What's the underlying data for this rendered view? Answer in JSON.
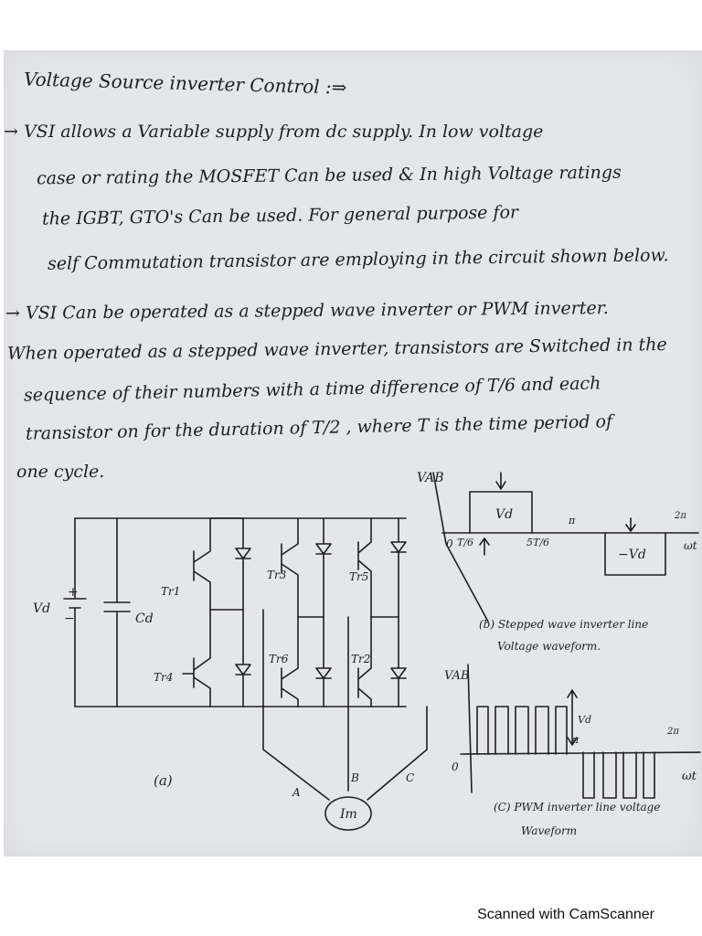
{
  "title": "Voltage Source inverter Control :⇒",
  "paragraphs": [
    "→ VSI allows a Variable supply from dc supply. In low voltage",
    "case or rating the MOSFET Can be used & In high Voltage ratings",
    "the IGBT, GTO's Can be used. For general purpose for",
    "self Commutation transistor are employing in the circuit shown below.",
    "→ VSI Can be operated as a stepped wave inverter or PWM inverter.",
    "When operated as a stepped wave inverter, transistors are Switched in the",
    "sequence of their numbers with a time difference of T/6 and each",
    "transistor on for the duration of T/2 , where T is the time period of",
    "one cycle."
  ],
  "circuit": {
    "source_label": "Vd",
    "plus": "+",
    "minus": "−",
    "capacitor_label": "Cd",
    "transistors": [
      "Tr1",
      "Tr3",
      "Tr5",
      "Tr4",
      "Tr6",
      "Tr2"
    ],
    "phases": [
      "A",
      "B",
      "C"
    ],
    "motor": "Im",
    "caption": "(a)"
  },
  "stepped_wave": {
    "y_label": "VAB",
    "origin": "0",
    "ticks": [
      "T/6",
      "5T/6",
      "π",
      "2π"
    ],
    "x_label": "ωt",
    "positive_level": "Vd",
    "negative_level": "−Vd",
    "caption_line1": "(b) Stepped wave inverter line",
    "caption_line2": "Voltage waveform."
  },
  "pwm_wave": {
    "y_label": "VAB",
    "origin": "0",
    "ticks": [
      "π",
      "2π"
    ],
    "x_label": "ωt",
    "level": "Vd",
    "caption_line1": "(C) PWM inverter line voltage",
    "caption_line2": "Waveform"
  },
  "footer": {
    "brand": "Scanned with CamScanner"
  },
  "colors": {
    "paper": "#e4e6ea",
    "ink": "#1e1f24"
  }
}
